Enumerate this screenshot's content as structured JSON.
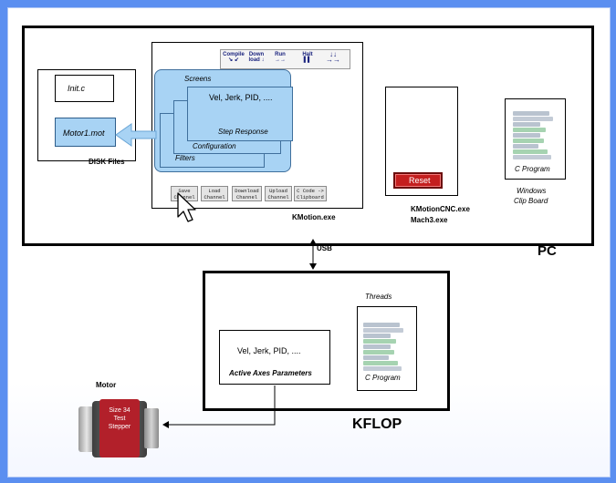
{
  "pc": {
    "label": "PC",
    "disk": {
      "title": "DISK Files",
      "file1": "Init.c",
      "file2": "Motor1.mot"
    },
    "kmotion": {
      "exe_label": "KMotion.exe",
      "toolbar": [
        "Compile",
        "Down load",
        "Run",
        "Halt",
        ""
      ],
      "screens": {
        "title": "Screens",
        "params": "Vel, Jerk, PID, ....",
        "step": "Step Response",
        "config": "Configuration",
        "filters": "Filters"
      },
      "buttons": [
        "Save Channel",
        "Load Channel",
        "Download Channel",
        "Upload Channel",
        "C Code -> Clipboard"
      ]
    },
    "cnc": {
      "reset_label": "Reset",
      "exe_label1": "KMotionCNC.exe",
      "exe_label2": "Mach3.exe"
    },
    "clipboard": {
      "program": "C Program",
      "label1": "Windows",
      "label2": "Clip Board"
    }
  },
  "usb_label": "USB",
  "kflop": {
    "label": "KFLOP",
    "params": "Vel, Jerk, PID, ....",
    "params_title": "Active Axes Parameters",
    "threads_title": "Threads",
    "program": "C Program"
  },
  "motor": {
    "title": "Motor",
    "sticker": [
      "Size 34",
      "Test",
      "Stepper"
    ]
  },
  "colors": {
    "background": "#5b8ff0",
    "screens_pane": "#a8d3f4",
    "arrow": "#a8d3f4",
    "reset_button": "#c41f1f",
    "motor_sticker": "#b2202a"
  },
  "icons": {
    "pointer": "mouse-cursor-icon",
    "motor": "stepper-motor-icon"
  }
}
